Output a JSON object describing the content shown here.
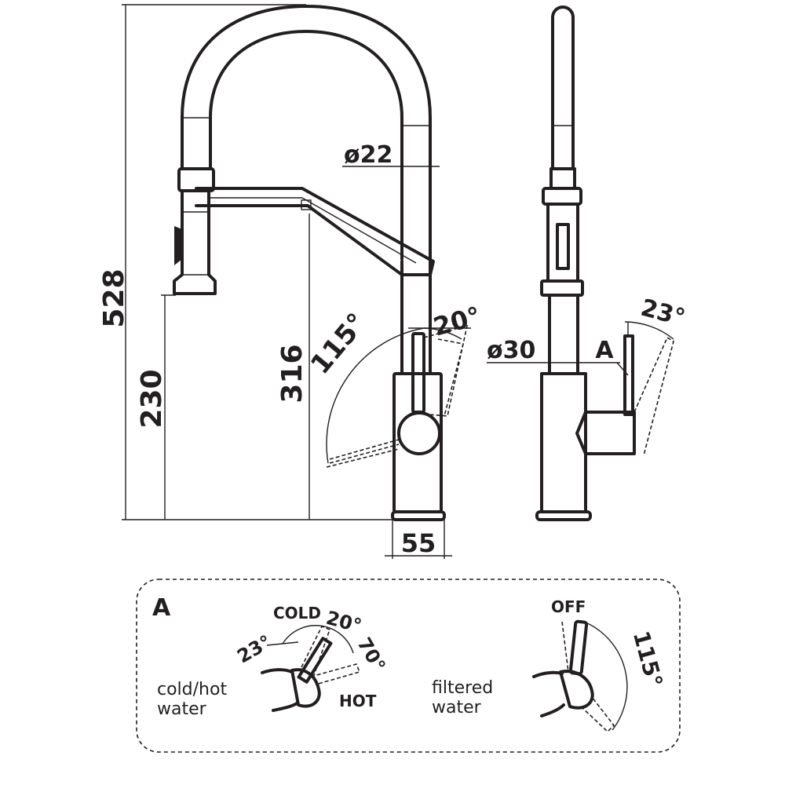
{
  "front_view": {
    "dim_total_height": "528",
    "dim_spout_height": "230",
    "dim_body_height": "316",
    "dim_hose_diameter": "ø22",
    "dim_base_diameter": "55",
    "angle_lever_sweep": "115°",
    "angle_lever_tilt": "20°"
  },
  "side_view": {
    "dim_body_diameter": "ø30",
    "detail_marker": "A",
    "angle_filter_lever": "23°"
  },
  "detail": {
    "title": "A",
    "left": {
      "caption": "cold/hot water",
      "cold_label": "COLD",
      "hot_label": "HOT",
      "angle_a": "23°",
      "angle_b": "20°",
      "angle_c": "70°"
    },
    "right": {
      "caption": "filtered water",
      "off_label": "OFF",
      "angle": "115°"
    }
  }
}
